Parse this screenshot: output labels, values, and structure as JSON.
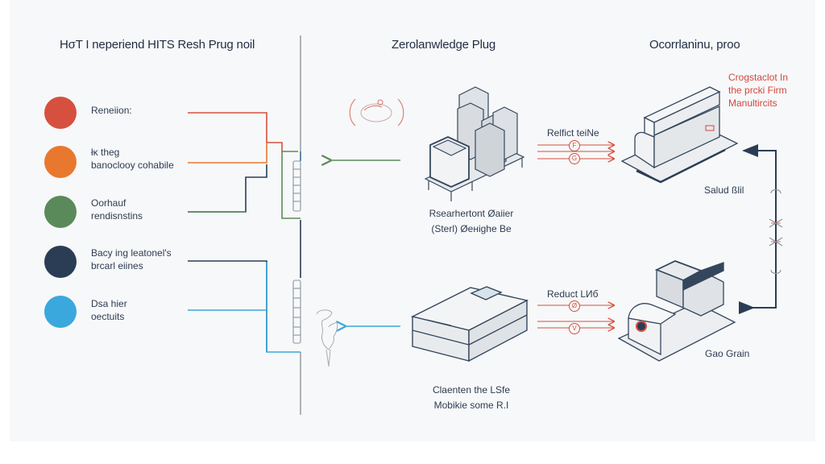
{
  "colors": {
    "red": "#d6503f",
    "orange": "#e9782f",
    "green": "#5b8a5a",
    "navy": "#2a3d55",
    "sky": "#3aa8dc",
    "grey": "#9aa0a6",
    "accent_red": "#d0473e",
    "device_stroke": "#34465c"
  },
  "sections": {
    "left_title": "HσT I neperiend HITS Resh Prug noil",
    "center_title": "Zerolanwledge Plug",
    "right_title": "Ocorrlaninu, proo"
  },
  "legend": [
    {
      "color_key": "red",
      "label": "Reneiion:"
    },
    {
      "color_key": "orange",
      "label": "łκ theg\nbanoclooy cohabile"
    },
    {
      "color_key": "green",
      "label": "Oorhauf\nrendisnstins"
    },
    {
      "color_key": "navy",
      "label": "Bacy ing leatonel's\nbrcarl eiines"
    },
    {
      "color_key": "sky",
      "label": "Dsa hier\noectuits"
    }
  ],
  "devices": {
    "battery_rack": {
      "caption": "Rsearhertont Øaiier\n(Sterl) Øeнighe Be"
    },
    "storage_box": {
      "caption": "Claenten the LSfe\nMobikie some R.I"
    },
    "top_unit": {
      "caption": "Salud ßlil",
      "note": "Crogstaclot In\nthe prcki Firm\nManultircits"
    },
    "bottom_unit": {
      "caption": "Gao Grain"
    }
  },
  "links": {
    "top_link_label": "Relfict teiNe",
    "bottom_link_label": "Reduct LИб",
    "top_badges": [
      "F",
      "G"
    ],
    "bottom_badges": [
      "Ø",
      "V"
    ]
  }
}
